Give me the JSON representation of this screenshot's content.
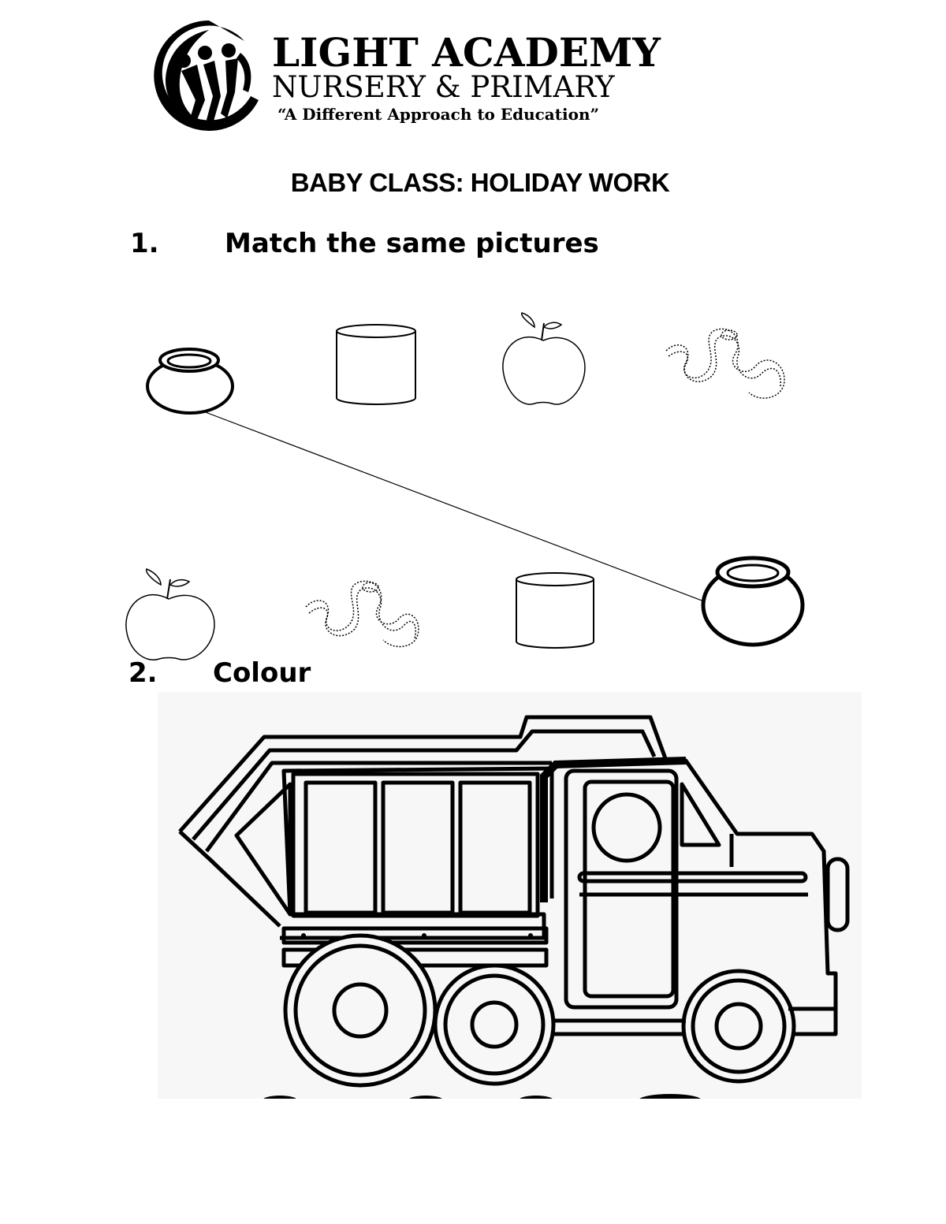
{
  "logo": {
    "name": "LIGHT ACADEMY",
    "subtitle": "NURSERY & PRIMARY",
    "tagline": "“A Different Approach to Education”"
  },
  "title": "BABY CLASS: HOLIDAY WORK",
  "questions": [
    {
      "number": "1.",
      "text": "Match the same pictures",
      "top_row": [
        "pot",
        "cylinder",
        "apple",
        "snake"
      ],
      "bottom_row": [
        "apple",
        "snake",
        "cylinder",
        "pot"
      ],
      "example_match": "pot"
    },
    {
      "number": "2.",
      "text": "Colour",
      "picture": "dump truck"
    }
  ],
  "icons": [
    "school-logo-icon",
    "pot-icon",
    "cylinder-icon",
    "apple-icon",
    "snake-icon",
    "dump-truck-icon"
  ],
  "colors": {
    "ink": "#000000",
    "paper": "#ffffff",
    "picture_bg": "#f7f7f7"
  }
}
